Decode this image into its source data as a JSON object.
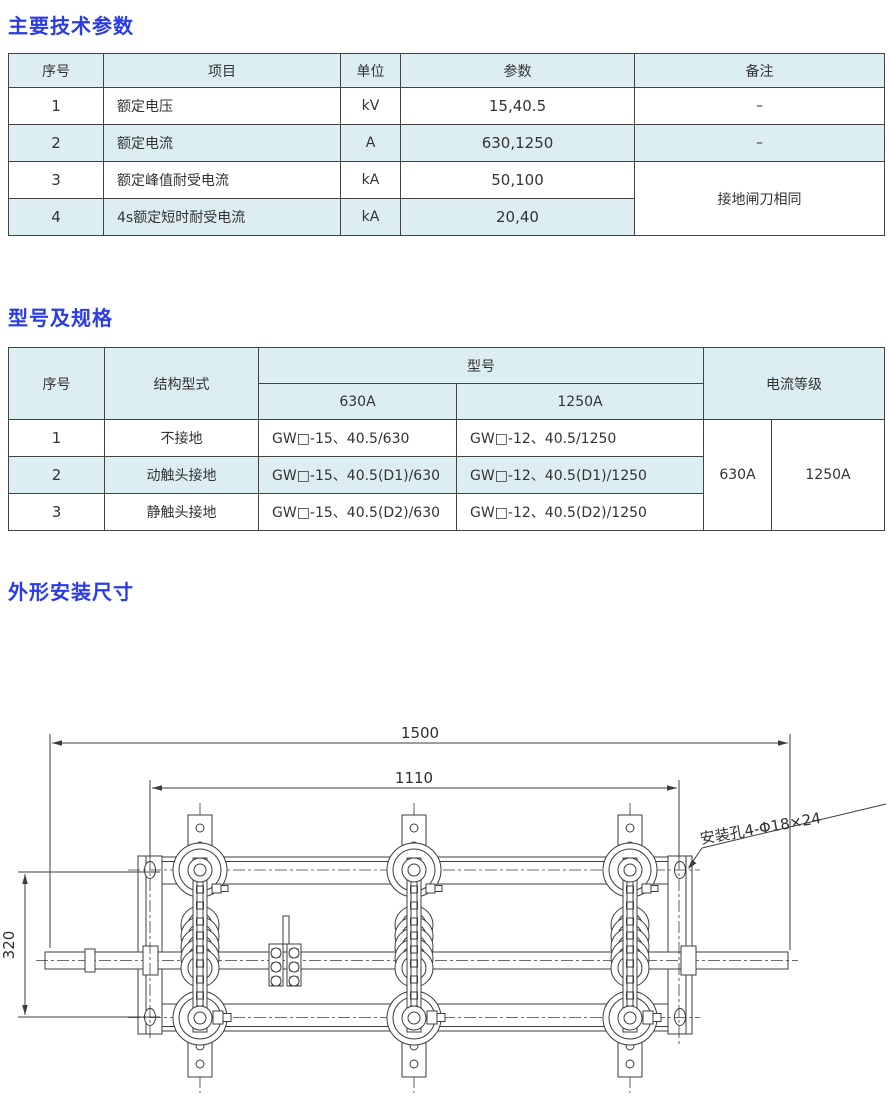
{
  "colors": {
    "title_blue": "#2a3be8",
    "table_header_bg": "#dceef2",
    "border": "#434343",
    "line": "#3c3c3c"
  },
  "sections": {
    "params": {
      "title": "主要技术参数",
      "table": {
        "headers": [
          "序号",
          "项目",
          "单位",
          "参数",
          "备注"
        ],
        "rows": [
          {
            "no": "1",
            "item": "额定电压",
            "unit": "kV",
            "value": "15,40.5",
            "remark": "–"
          },
          {
            "no": "2",
            "item": "额定电流",
            "unit": "A",
            "value": "630,1250",
            "remark": "–"
          },
          {
            "no": "3",
            "item": "额定峰值耐受电流",
            "unit": "kA",
            "value": "50,100",
            "remark": "接地闸刀相同"
          },
          {
            "no": "4",
            "item": "4s额定短时耐受电流",
            "unit": "kA",
            "value": "20,40",
            "remark": ""
          }
        ]
      }
    },
    "models": {
      "title": "型号及规格",
      "table": {
        "headers": {
          "no": "序号",
          "structure": "结构型式",
          "model": "型号",
          "current": "电流等级",
          "sub_630": "630A",
          "sub_1250": "1250A"
        },
        "rows": [
          {
            "no": "1",
            "structure": "不接地",
            "m630": "GW□-15、40.5/630",
            "m1250": "GW□-12、40.5/1250"
          },
          {
            "no": "2",
            "structure": "动触头接地",
            "m630": "GW□-15、40.5(D1)/630",
            "m1250": "GW□-12、40.5(D1)/1250"
          },
          {
            "no": "3",
            "structure": "静触头接地",
            "m630": "GW□-15、40.5(D2)/630",
            "m1250": "GW□-12、40.5(D2)/1250"
          }
        ],
        "current_cells": [
          "630A",
          "1250A"
        ]
      }
    },
    "drawing": {
      "title": "外形安装尺寸",
      "dims": {
        "width_total": "1500",
        "width_holes": "1110",
        "height": "320"
      },
      "note": "安装孔4-Φ18×24"
    }
  }
}
